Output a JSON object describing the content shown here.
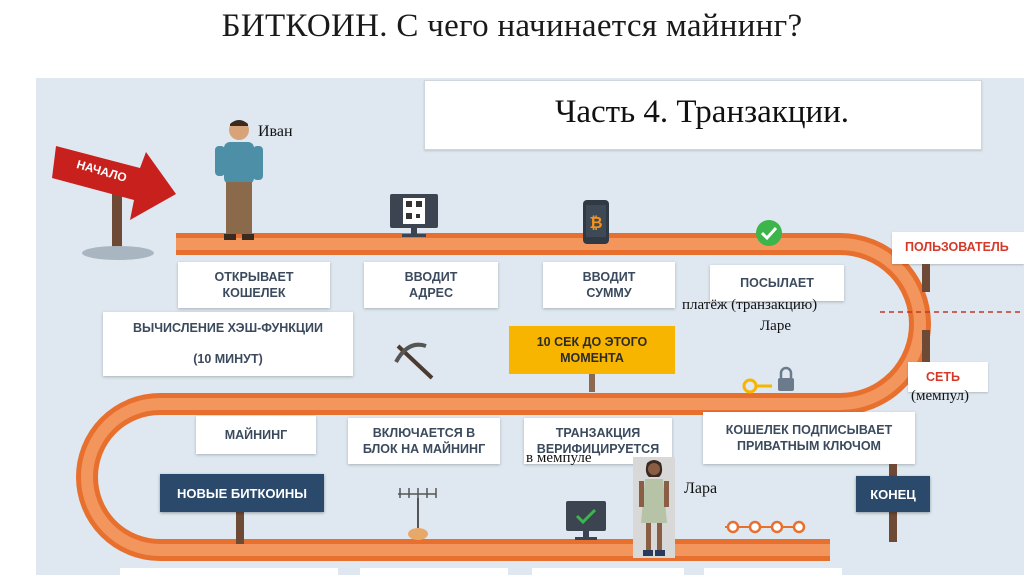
{
  "title": "БИТКОИН. С чего начинается майнинг?",
  "subtitle": "Часть 4. Транзакции.",
  "start_sign": "НАЧАЛО",
  "people": {
    "ivan": "Иван",
    "lara": "Лара"
  },
  "top_row": {
    "step1": "ОТКРЫВАЕТ\nКОШЕЛЕК",
    "step2": "ВВОДИТ\nАДРЕС",
    "step3": "ВВОДИТ\nСУММУ",
    "step4": "ПОСЫЛАЕТ"
  },
  "annotations": {
    "payment_line1": "платёж (транзакцию)",
    "payment_line2": "Ларе",
    "mempool_paren": "(мемпул)",
    "in_mempool": "в мемпуле"
  },
  "side_labels": {
    "user": "ПОЛЬЗОВАТЕЛЬ",
    "network": "СЕТЬ"
  },
  "middle_row": {
    "hash": "ВЫЧИСЛЕНИЕ ХЭШ-ФУНКЦИИ",
    "hash_time": "(10 МИНУТ)",
    "ten_sec": "10 СЕК  ДО ЭТОГО\nМОМЕНТА"
  },
  "bottom_row": {
    "mining": "МАЙНИНГ",
    "block": "ВКЛЮЧАЕТСЯ В\nБЛОК НА МАЙНИНГ",
    "verify": "ТРАНЗАКЦИЯ\nВЕРИФИЦИРУЕТСЯ",
    "sign": "КОШЕЛЕК ПОДПИСЫВАЕТ\nПРИВАТНЫМ КЛЮЧОМ"
  },
  "buttons": {
    "new_coins": "НОВЫЕ БИТКОИНЫ",
    "end": "КОНЕЦ"
  },
  "colors": {
    "road": "#f0884a",
    "panel": "#dfe8f1",
    "dark_blue": "#2b4a6b",
    "yellow": "#f7b500",
    "red_arrow": "#c8201c",
    "green_check": "#3cb54a"
  }
}
